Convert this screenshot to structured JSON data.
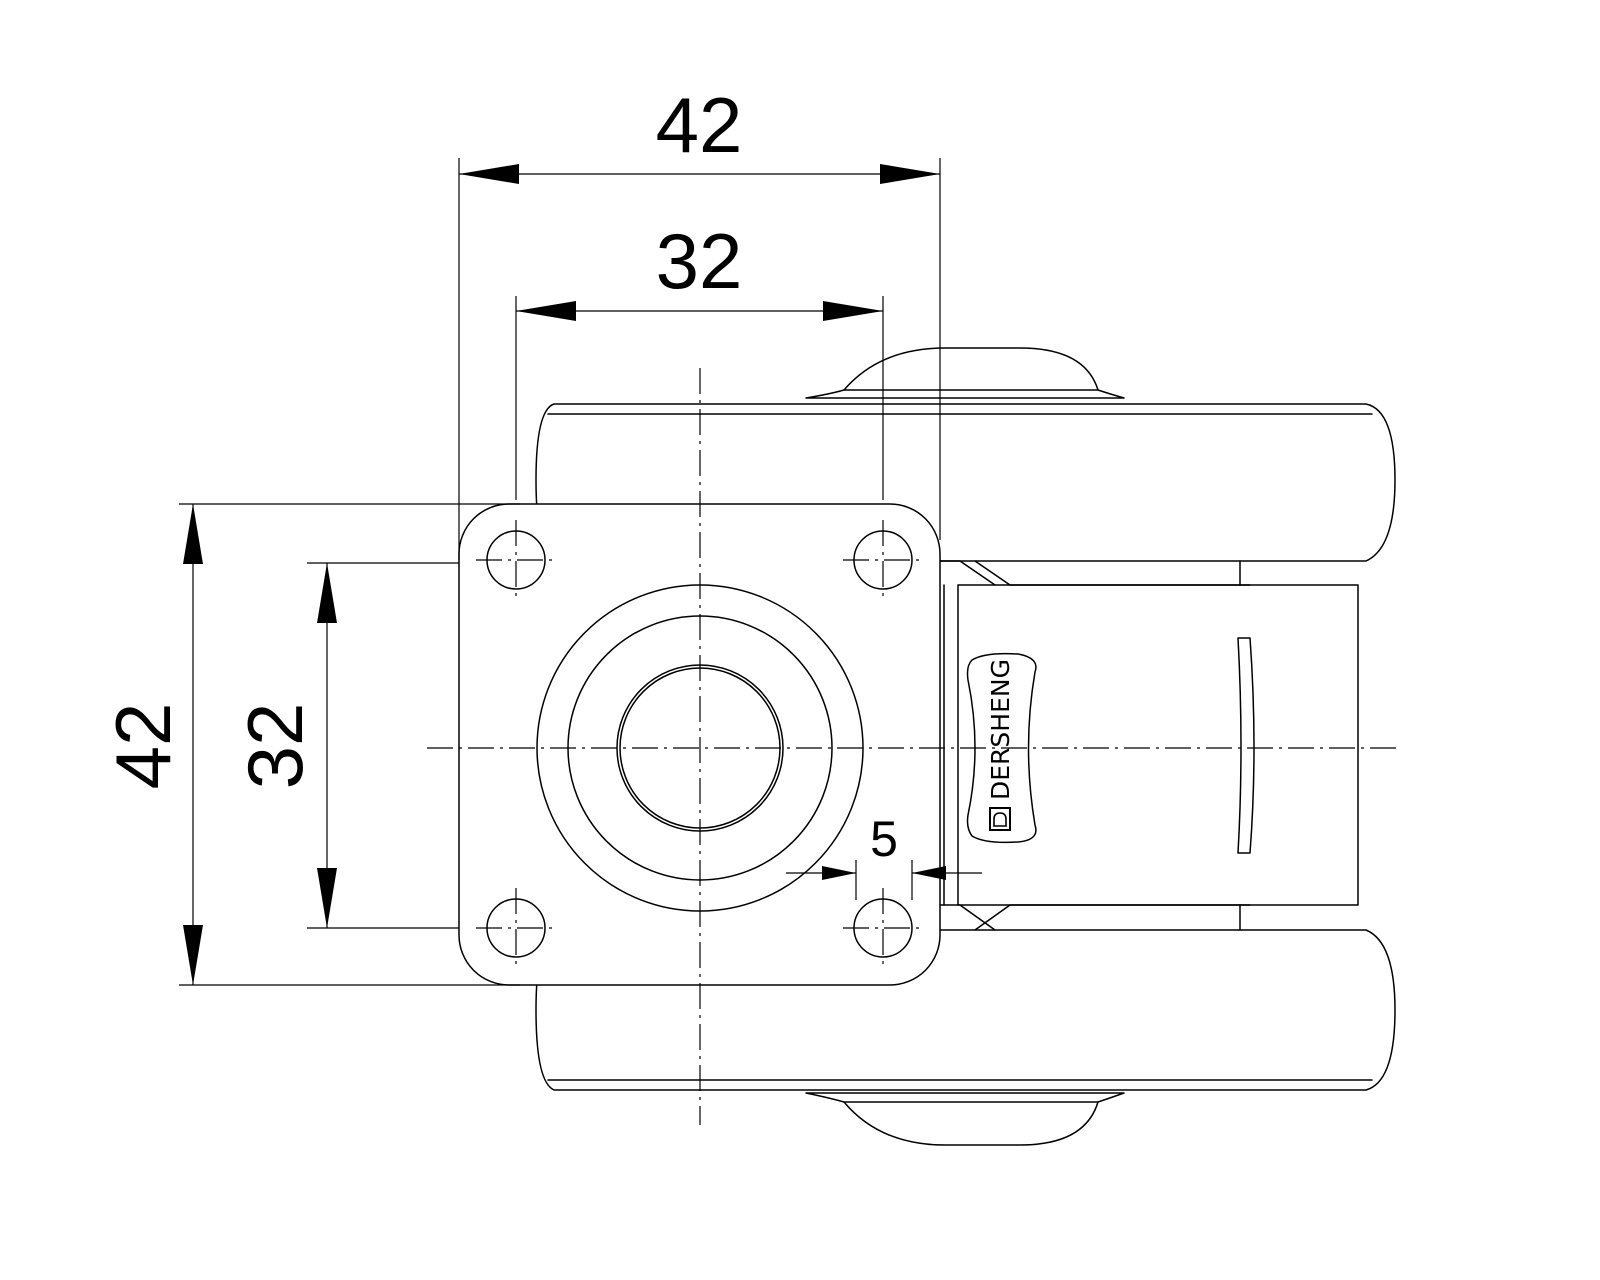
{
  "dimensions": {
    "top_outer": "42",
    "top_inner": "32",
    "left_outer": "42",
    "left_inner": "32",
    "offset": "5"
  },
  "logo": {
    "text": "DERSHENG",
    "icon": "d-monogram-icon"
  },
  "colors": {
    "line": "#000000",
    "background": "#ffffff"
  }
}
